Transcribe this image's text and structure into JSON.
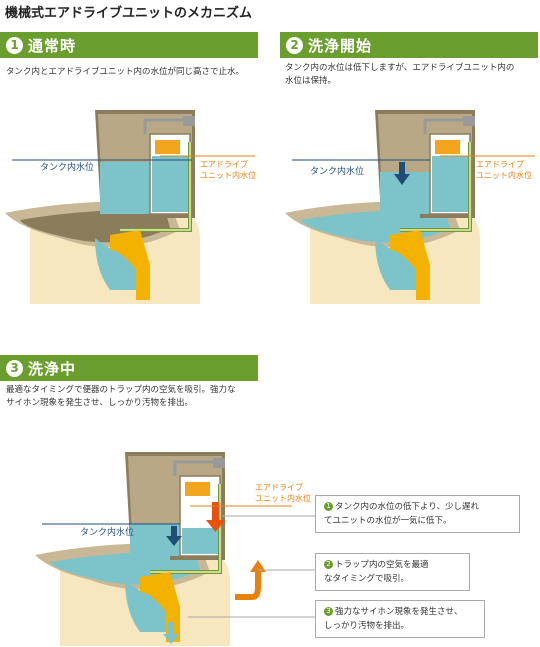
{
  "page_title": "機械式エアドライブユニットのメカニズム",
  "colors": {
    "header_green": "#6a9e2e",
    "tank_water": "#7cc4c9",
    "orange_accent": "#e8820c",
    "blue_label": "#1f4e79"
  },
  "steps": [
    {
      "num": "1",
      "title": "通常時",
      "desc": "タンク内とエアドライブユニット内の水位が同じ高さで止水。",
      "tank_label": "タンク内水位",
      "unit_label_1": "エアドライブ",
      "unit_label_2": "ユニット内水位"
    },
    {
      "num": "2",
      "title": "洗浄開始",
      "desc_1": "タンク内の水位は低下しますが、エアドライブユニット内の",
      "desc_2": "水位は保持。",
      "tank_label": "タンク内水位",
      "unit_label_1": "エアドライブ",
      "unit_label_2": "ユニット内水位"
    },
    {
      "num": "3",
      "title": "洗浄中",
      "desc_1": "最適なタイミングで便器のトラップ内の空気を吸引。強力な",
      "desc_2": "サイホン現象を発生させ、しっかり汚物を排出。",
      "tank_label": "タンク内水位",
      "unit_label_1": "エアドライブ",
      "unit_label_2": "ユニット内水位"
    }
  ],
  "callouts": [
    {
      "num": "1",
      "line1": "タンク内の水位の低下より、少し遅れ",
      "line2": "てユニットの水位が一気に低下。"
    },
    {
      "num": "2",
      "line1": "トラップ内の空気を最適",
      "line2": "なタイミングで吸引。"
    },
    {
      "num": "3",
      "line1": "強力なサイホン現象を発生させ、",
      "line2": "しっかり汚物を排出。"
    }
  ]
}
